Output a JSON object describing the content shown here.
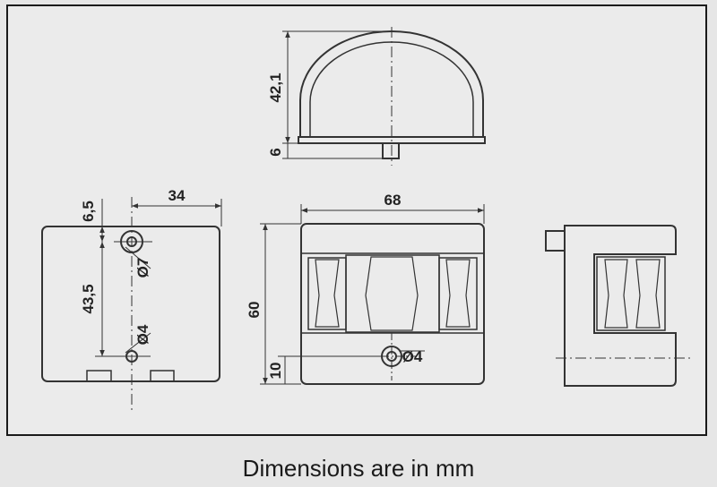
{
  "caption": "Dimensions are in mm",
  "dimensions": {
    "height_top": "42,1",
    "base_height": "6",
    "width_side": "34",
    "offset_top": "6,5",
    "hole_spacing": "43,5",
    "hole_large": "Ø7",
    "hole_small": "Ø4",
    "width_front": "68",
    "height_front": "60",
    "bottom_offset": "10",
    "hole_front": "Ø4"
  }
}
